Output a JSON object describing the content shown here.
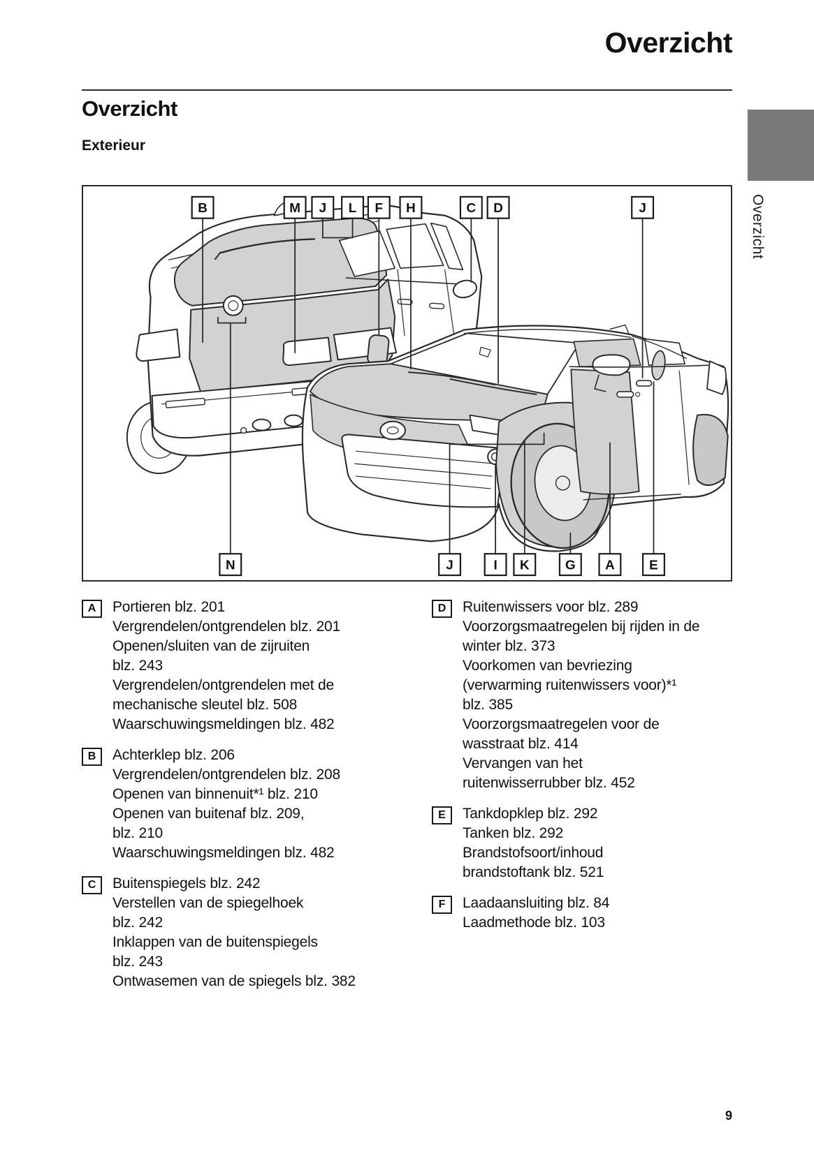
{
  "page": {
    "header_title": "Overzicht",
    "section_title": "Overzicht",
    "subsection_title": "Exterieur",
    "sidebar_tab_label": "Overzicht",
    "page_number": "9"
  },
  "colors": {
    "line": "#2a2a2a",
    "shade_fill": "#d2d2d2",
    "chapter_tab": "#7a7a7a",
    "text": "#111111"
  },
  "diagram": {
    "description": "exterior-callout-diagram",
    "top_labels": [
      {
        "letter": "B"
      },
      {
        "letter": "M"
      },
      {
        "letter": "J"
      },
      {
        "letter": "L"
      },
      {
        "letter": "F"
      },
      {
        "letter": "H"
      },
      {
        "letter": "C"
      },
      {
        "letter": "D"
      },
      {
        "letter": "J"
      }
    ],
    "bottom_labels": [
      {
        "letter": "N"
      },
      {
        "letter": "J"
      },
      {
        "letter": "I"
      },
      {
        "letter": "K"
      },
      {
        "letter": "G"
      },
      {
        "letter": "A"
      },
      {
        "letter": "E"
      }
    ]
  },
  "legend": {
    "left": [
      {
        "letter": "A",
        "text": "Portieren blz. 201\nVergrendelen/ontgrendelen blz. 201\nOpenen/sluiten van de zijruiten\nblz. 243\nVergrendelen/ontgrendelen met de\nmechanische sleutel blz. 508\nWaarschuwingsmeldingen blz. 482"
      },
      {
        "letter": "B",
        "text": "Achterklep blz. 206\nVergrendelen/ontgrendelen blz. 208\nOpenen van binnenuit*¹ blz. 210\nOpenen van buitenaf blz. 209,\nblz. 210\nWaarschuwingsmeldingen blz. 482"
      },
      {
        "letter": "C",
        "text": "Buitenspiegels blz. 242\nVerstellen van de spiegelhoek\nblz. 242\nInklappen van de buitenspiegels\nblz. 243\nOntwasemen van de spiegels blz. 382"
      }
    ],
    "right": [
      {
        "letter": "D",
        "text": "Ruitenwissers voor blz. 289\nVoorzorgsmaatregelen bij rijden in de\nwinter blz. 373\nVoorkomen van bevriezing\n(verwarming ruitenwissers voor)*¹\nblz. 385\nVoorzorgsmaatregelen voor de\nwasstraat blz. 414\nVervangen van het\nruitenwisserrubber blz. 452"
      },
      {
        "letter": "E",
        "text": "Tankdopklep blz. 292\nTanken blz. 292\nBrandstofsoort/inhoud\nbrandstoftank blz. 521"
      },
      {
        "letter": "F",
        "text": "Laadaansluiting blz. 84\nLaadmethode blz. 103"
      }
    ]
  }
}
